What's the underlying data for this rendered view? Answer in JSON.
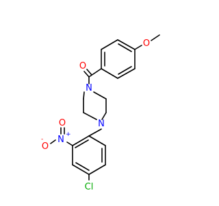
{
  "molecule": {
    "atoms": {
      "methoxy_o": {
        "label": "O",
        "color": "#ff0000"
      },
      "carbonyl_o": {
        "label": "O",
        "color": "#ff0000"
      },
      "piperazine_n1": {
        "label": "N",
        "color": "#0000ff"
      },
      "piperazine_n4": {
        "label": "N",
        "color": "#0000ff"
      },
      "nitro_n": {
        "label": "N",
        "color": "#0000ff",
        "charge": "+"
      },
      "nitro_o_minus": {
        "label": "O",
        "color": "#ff0000",
        "charge": "-"
      },
      "nitro_o": {
        "label": "O",
        "color": "#ff0000"
      },
      "chlorine": {
        "label": "Cl",
        "color": "#00aa00"
      }
    }
  }
}
